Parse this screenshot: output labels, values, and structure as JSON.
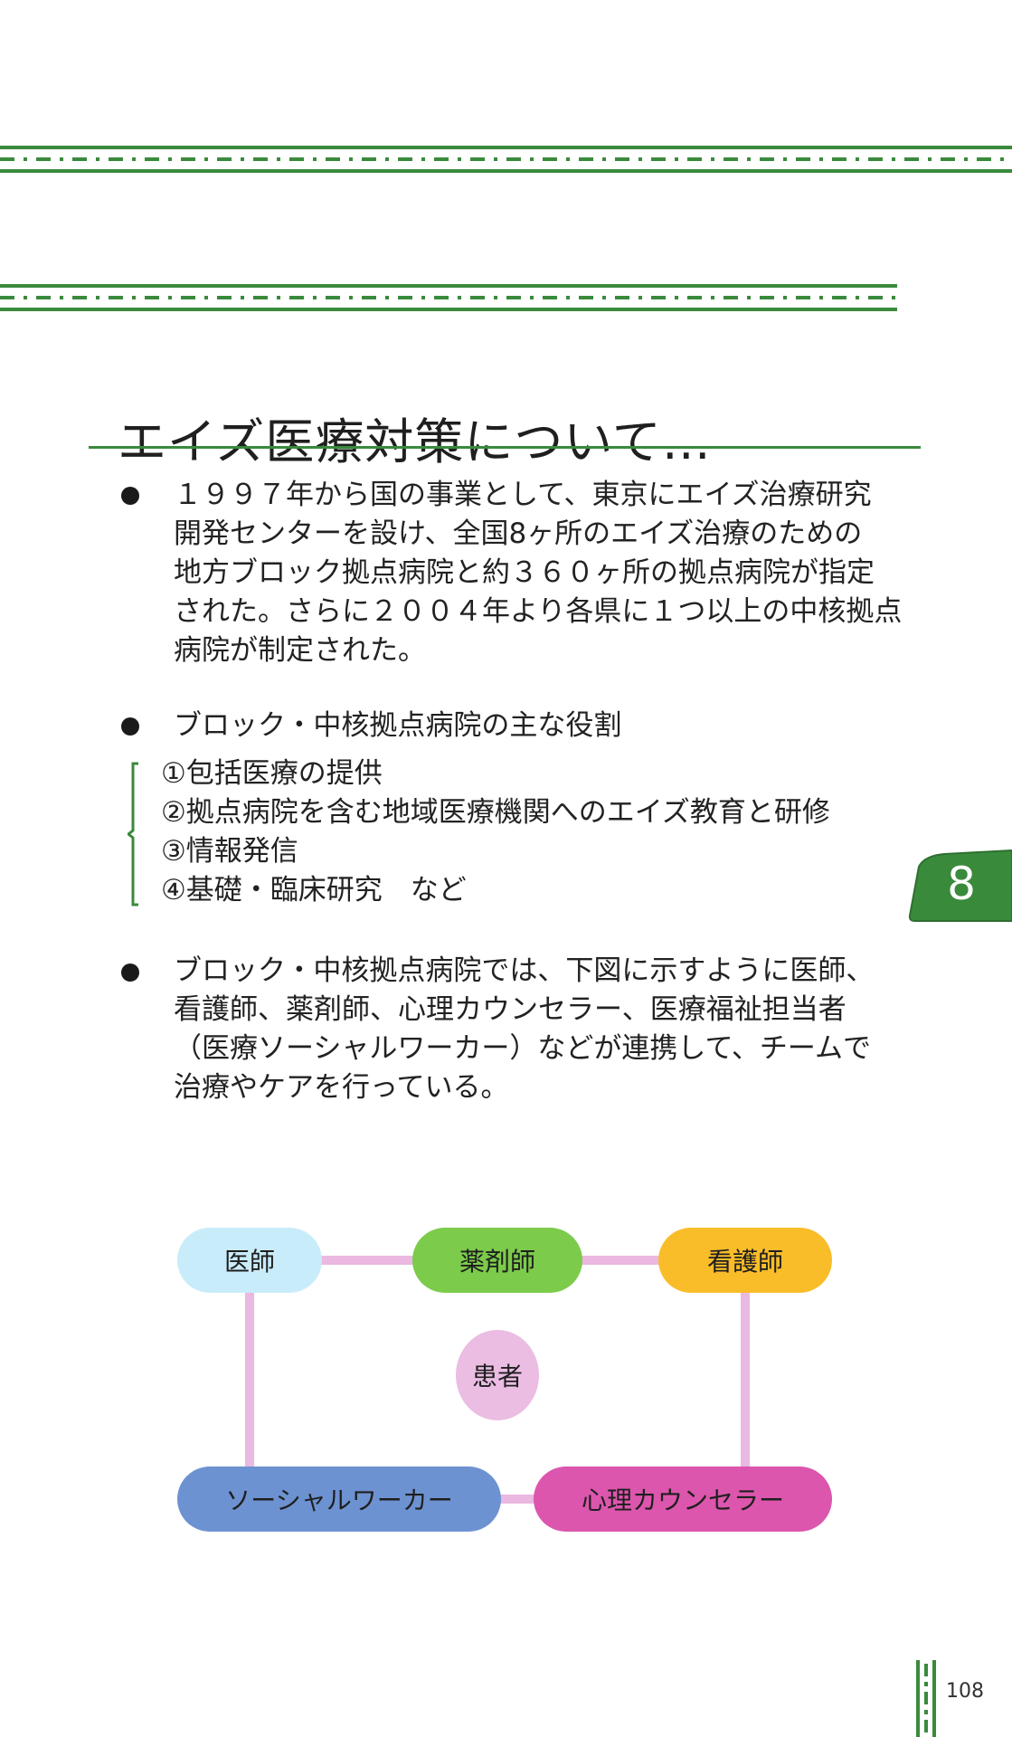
{
  "title": "エイズ医療対策について…",
  "paragraph1": [
    "１９９７年から国の事業として、東京にエイズ治療研究",
    "開発センターを設け、全国8ヶ所のエイズ治療のための",
    "地方ブロック拠点病院と約３６０ヶ所の拠点病院が指定",
    "された。さらに２００４年より各県に１つ以上の中核拠点",
    "病院が制定された。"
  ],
  "paragraph2": "ブロック・中核拠点病院の主な役割",
  "roles": [
    "①包括医療の提供",
    "②拠点病院を含む地域医療機関へのエイズ教育と研修",
    "③情報発信",
    "④基礎・臨床研究　など"
  ],
  "paragraph3": [
    "ブロック・中核拠点病院では、下図に示すように医師、",
    "看護師、薬剤師、心理カウンセラー、医療福祉担当者",
    "（医療ソーシャルワーカー）などが連携して、チームで",
    "治療やケアを行っている。"
  ],
  "diagram": {
    "doctor": "医師",
    "pharmacist": "薬剤師",
    "nurse": "看護師",
    "patient": "患者",
    "social_worker": "ソーシャルワーカー",
    "counselor": "心理カウンセラー"
  },
  "chapter_number": "8",
  "page_number": "108",
  "colors": {
    "accent_green": "#3a8a3c",
    "connector_pink": "#eab8e0",
    "doctor": "#c9ecfa",
    "pharmacist": "#7ccb4b",
    "nurse": "#f9bd2a",
    "patient": "#ebbde3",
    "social_worker": "#6d92d1",
    "counselor": "#dc56ad"
  }
}
